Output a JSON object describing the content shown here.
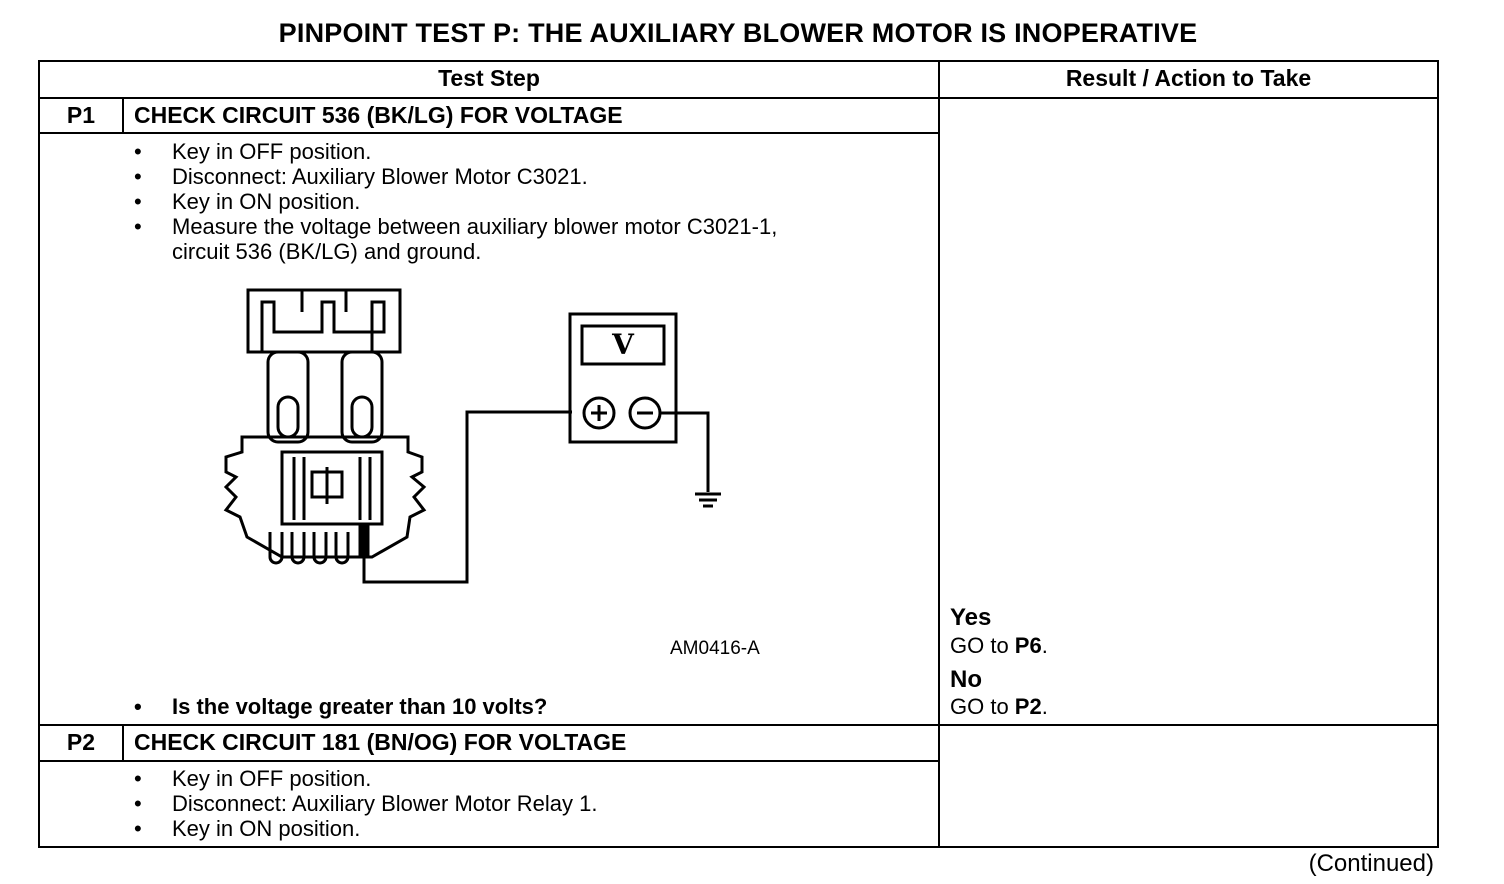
{
  "title": "PINPOINT TEST  P: THE AUXILIARY BLOWER MOTOR IS INOPERATIVE",
  "header": {
    "test_step": "Test Step",
    "result": "Result / Action to Take"
  },
  "steps": [
    {
      "id": "P1",
      "title": "CHECK CIRCUIT 536 (BK/LG) FOR VOLTAGE",
      "bullets": [
        "Key in OFF position.",
        "Disconnect: Auxiliary Blower Motor C3021.",
        "Key in ON position.",
        "Measure the voltage between auxiliary blower motor C3021-1,",
        "circuit 536 (BK/LG) and ground."
      ],
      "figure_label": "AM0416-A",
      "meter_symbol": "V",
      "question": "Is the voltage greater than 10 volts?",
      "results": [
        {
          "head": "Yes",
          "action_prefix": "GO to ",
          "target": "P6",
          "suffix": "."
        },
        {
          "head": "No",
          "action_prefix": "GO to ",
          "target": "P2",
          "suffix": "."
        }
      ]
    },
    {
      "id": "P2",
      "title": "CHECK CIRCUIT 181 (BN/OG) FOR VOLTAGE",
      "bullets": [
        "Key in OFF position.",
        "Disconnect: Auxiliary Blower Motor Relay 1.",
        "Key in ON position."
      ]
    }
  ],
  "footer": {
    "continued": "(Continued)"
  }
}
